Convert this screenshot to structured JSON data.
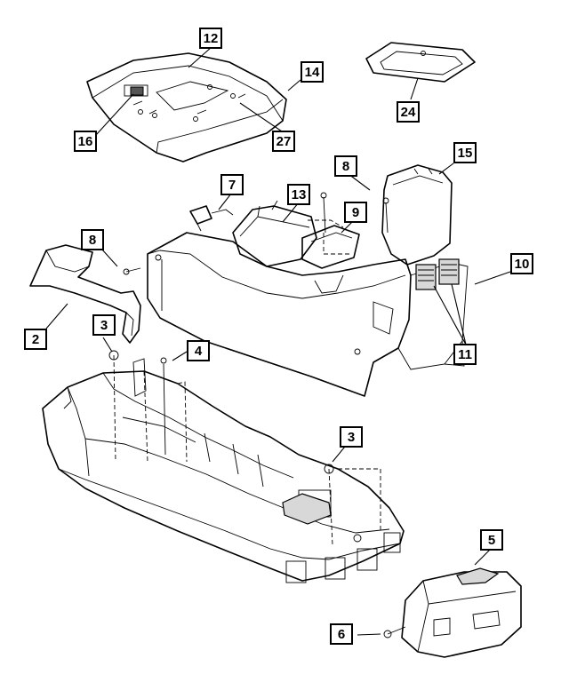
{
  "callouts": [
    {
      "id": "c12",
      "label": "12"
    },
    {
      "id": "c14",
      "label": "14"
    },
    {
      "id": "c16",
      "label": "16"
    },
    {
      "id": "c27",
      "label": "27"
    },
    {
      "id": "c24",
      "label": "24"
    },
    {
      "id": "c15",
      "label": "15"
    },
    {
      "id": "c8a",
      "label": "8"
    },
    {
      "id": "c7",
      "label": "7"
    },
    {
      "id": "c13",
      "label": "13"
    },
    {
      "id": "c9",
      "label": "9"
    },
    {
      "id": "c8b",
      "label": "8"
    },
    {
      "id": "c10",
      "label": "10"
    },
    {
      "id": "c2",
      "label": "2"
    },
    {
      "id": "c3a",
      "label": "3"
    },
    {
      "id": "c4",
      "label": "4"
    },
    {
      "id": "c11",
      "label": "11"
    },
    {
      "id": "c3b",
      "label": "3"
    },
    {
      "id": "c5",
      "label": "5"
    },
    {
      "id": "c6",
      "label": "6"
    }
  ]
}
